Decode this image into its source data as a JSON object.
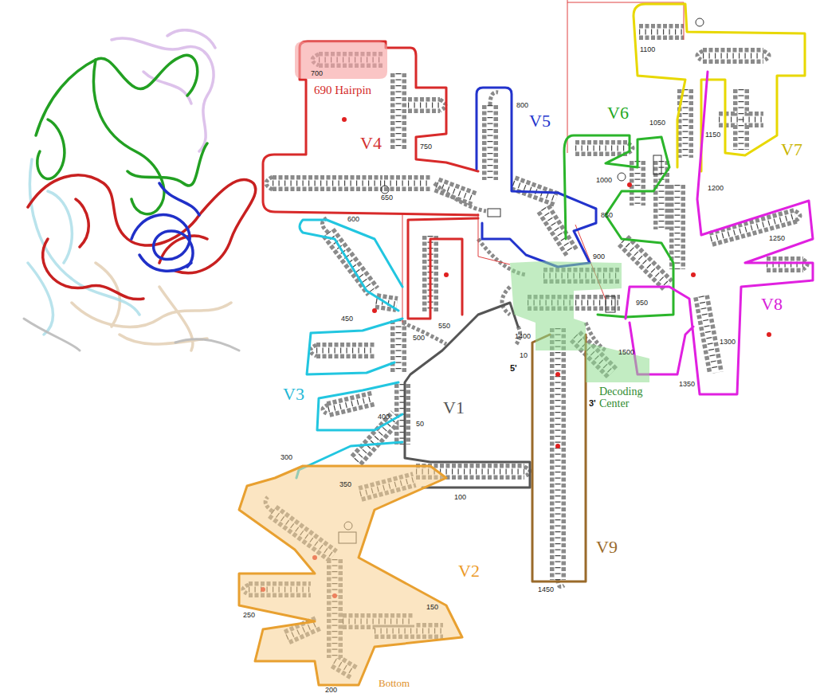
{
  "diagram": {
    "nodes": [
      {
        "text": [
          "690 Hairpin"
        ]
      },
      {
        "text": [
          "Decoding Center"
        ]
      },
      {
        "text": [
          "Bottom"
        ]
      }
    ],
    "labels": [
      "V4",
      "V5",
      "V3",
      "V1",
      "V2",
      "V6",
      "V7",
      "V8",
      "V9",
      "700",
      "650",
      "600",
      "750",
      "800",
      "850",
      "900",
      "950",
      "1000",
      "1050",
      "1100",
      "1150",
      "1200",
      "1250",
      "1300",
      "1350",
      "1400",
      "1450",
      "1500",
      "450",
      "400",
      "550",
      "500",
      "350",
      "300",
      "250",
      "200",
      "150",
      "100",
      "50",
      "10",
      "5'",
      "3'"
    ]
  }
}
